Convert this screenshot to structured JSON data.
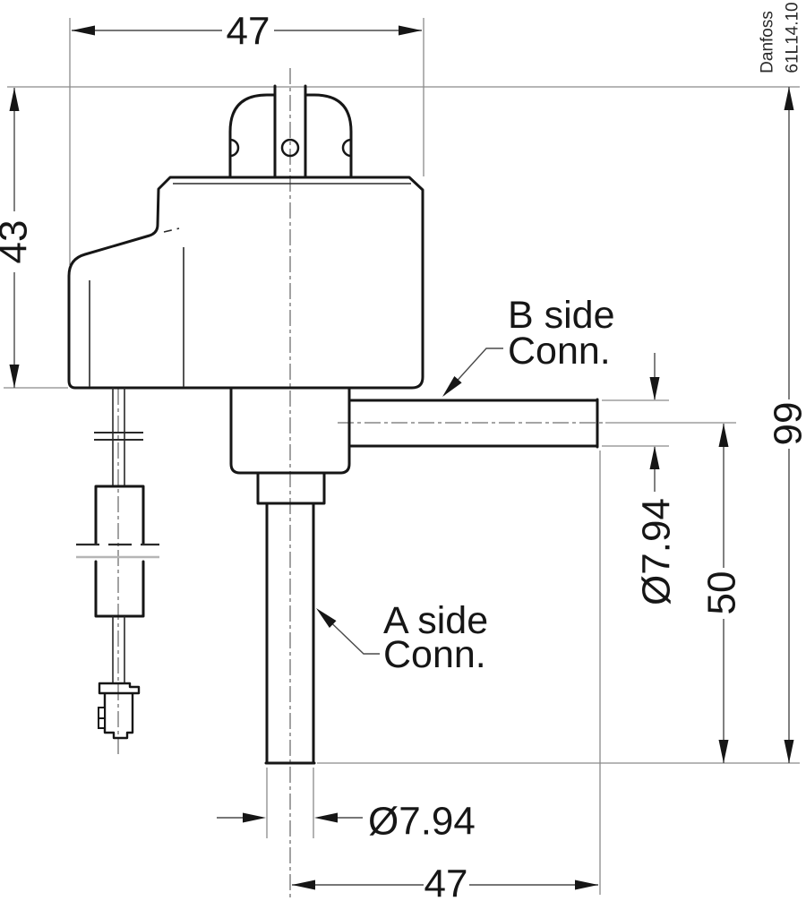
{
  "drawing": {
    "brand": "Danfoss",
    "code": "61L14.10",
    "dimensions": {
      "top_width": "47",
      "body_height": "43",
      "total_height": "99",
      "a_tube_length": "50",
      "b_tube_diameter": "Ø7.94",
      "a_tube_diameter": "Ø7.94",
      "bottom_width": "47"
    },
    "labels": {
      "b_side_line1": "B side",
      "b_side_line2": "Conn.",
      "a_side_line1": "A side",
      "a_side_line2": "Conn."
    }
  }
}
